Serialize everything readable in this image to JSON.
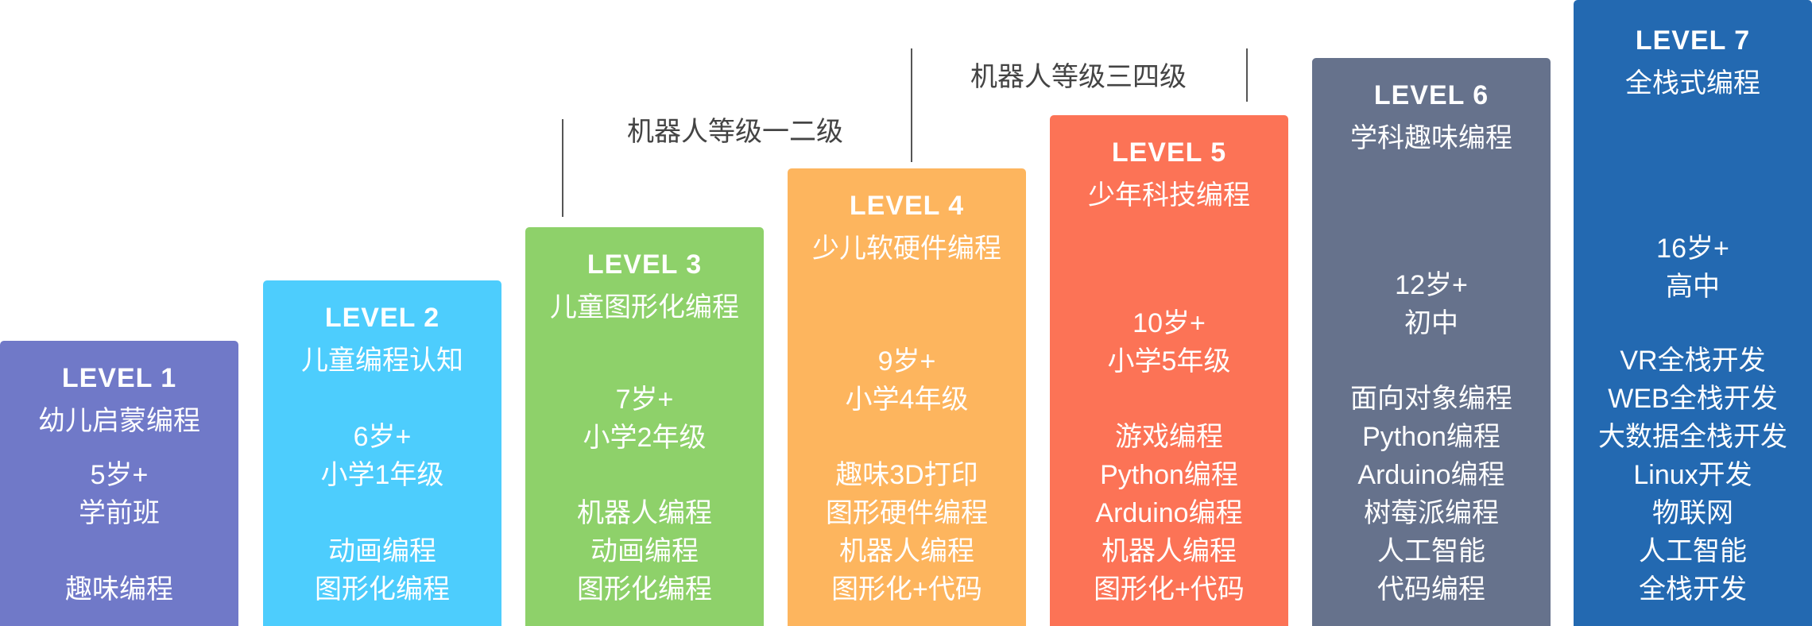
{
  "annotations": {
    "group_a": "机器人等级一二级",
    "group_b": "机器人等级三四级"
  },
  "levels": [
    {
      "level": "LEVEL 1",
      "name": "幼儿启蒙编程",
      "age": "5岁+",
      "grade": "学前班",
      "topics": [
        "趣味编程"
      ],
      "color": "#7079c8"
    },
    {
      "level": "LEVEL 2",
      "name": "儿童编程认知",
      "age": "6岁+",
      "grade": "小学1年级",
      "topics": [
        "动画编程",
        "图形化编程"
      ],
      "color": "#4dcdfd"
    },
    {
      "level": "LEVEL 3",
      "name": "儿童图形化编程",
      "age": "7岁+",
      "grade": "小学2年级",
      "topics": [
        "机器人编程",
        "动画编程",
        "图形化编程"
      ],
      "color": "#8ed16a"
    },
    {
      "level": "LEVEL 4",
      "name": "少儿软硬件编程",
      "age": "9岁+",
      "grade": "小学4年级",
      "topics": [
        "趣味3D打印",
        "图形硬件编程",
        "机器人编程",
        "图形化+代码"
      ],
      "color": "#fdb55e"
    },
    {
      "level": "LEVEL 5",
      "name": "少年科技编程",
      "age": "10岁+",
      "grade": "小学5年级",
      "topics": [
        "游戏编程",
        "Python编程",
        "Arduino编程",
        "机器人编程",
        "图形化+代码"
      ],
      "color": "#fc7356"
    },
    {
      "level": "LEVEL 6",
      "name": "学科趣味编程",
      "age": "12岁+",
      "grade": "初中",
      "topics": [
        "面向对象编程",
        "Python编程",
        "Arduino编程",
        "树莓派编程",
        "人工智能",
        "代码编程"
      ],
      "color": "#66728c"
    },
    {
      "level": "LEVEL 7",
      "name": "全栈式编程",
      "age": "16岁+",
      "grade": "高中",
      "topics": [
        "VR全栈开发",
        "WEB全栈开发",
        "大数据全栈开发",
        "Linux开发",
        "物联网",
        "人工智能",
        "全栈开发"
      ],
      "color": "#2369b1"
    }
  ]
}
